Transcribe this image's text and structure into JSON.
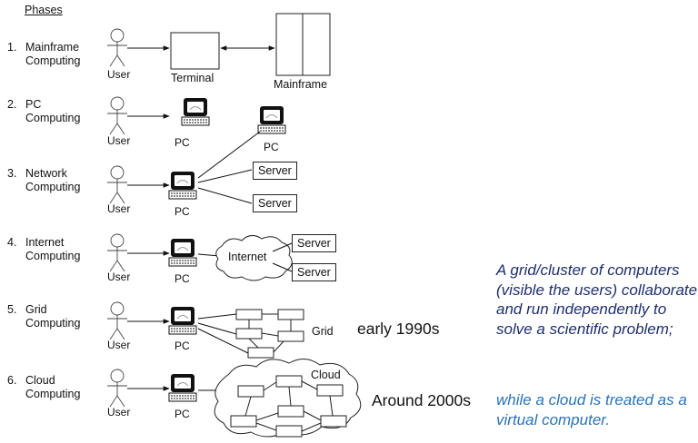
{
  "heading": "Phases",
  "phases": [
    {
      "num": "1.",
      "name": "Mainframe Computing",
      "line1": "Mainframe",
      "line2": "Computing"
    },
    {
      "num": "2.",
      "name": "PC Computing",
      "line1": "PC",
      "line2": "Computing"
    },
    {
      "num": "3.",
      "name": "Network Computing",
      "line1": "Network",
      "line2": "Computing"
    },
    {
      "num": "4.",
      "name": "Internet Computing",
      "line1": "Internet",
      "line2": "Computing"
    },
    {
      "num": "5.",
      "name": "Grid Computing",
      "line1": "Grid",
      "line2": "Computing"
    },
    {
      "num": "6.",
      "name": "Cloud Computing",
      "line1": "Cloud",
      "line2": "Computing"
    }
  ],
  "labels": {
    "user": "User",
    "pc": "PC",
    "terminal": "Terminal",
    "mainframe": "Mainframe",
    "server": "Server",
    "internet": "Internet",
    "grid": "Grid",
    "cloud": "Cloud"
  },
  "eras": {
    "grid": "early 1990s",
    "cloud": "Around 2000s"
  },
  "note": {
    "dark": "A grid/cluster of computers (visible the users) collaborate and run independently to solve a scientific problem;",
    "blue": "while a cloud is treated as a virtual computer."
  },
  "colors": {
    "note_dark": "#1f2f6e",
    "note_blue": "#2a73b8"
  }
}
